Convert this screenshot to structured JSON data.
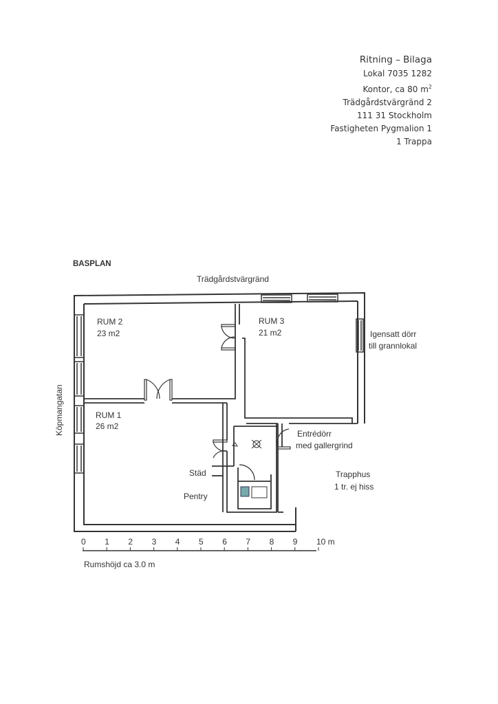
{
  "header": {
    "title": "Ritning – Bilaga",
    "lokal": "Lokal 7035 1282",
    "kontor": "Kontor, ca 80 m",
    "kontor_sup": "2",
    "address": "Trädgårdstvärgränd 2",
    "postal": "111 31 Stockholm",
    "property": "Fastigheten Pygmalion 1",
    "floor": "1 Trappa"
  },
  "plan": {
    "title": "BASPLAN",
    "street_top": "Trädgårdstvärgränd",
    "street_left": "Köpmangatan",
    "rooms": [
      {
        "name": "RUM 2",
        "area": "23 m2"
      },
      {
        "name": "RUM 3",
        "area": "21 m2"
      },
      {
        "name": "RUM 1",
        "area": "26 m2"
      }
    ],
    "door_neighbor_1": "Igensatt dörr",
    "door_neighbor_2": "till grannlokal",
    "entrance_1": "Entrédörr",
    "entrance_2": "med gallergrind",
    "stair_1": "Trapphus",
    "stair_2": "1 tr. ej hiss",
    "stad": "Städ",
    "pentry": "Pentry",
    "scale_ticks": [
      "0",
      "1",
      "2",
      "3",
      "4",
      "5",
      "6",
      "7",
      "8",
      "9",
      "10 m"
    ],
    "ceiling_height": "Rumshöjd  ca 3.0 m"
  }
}
